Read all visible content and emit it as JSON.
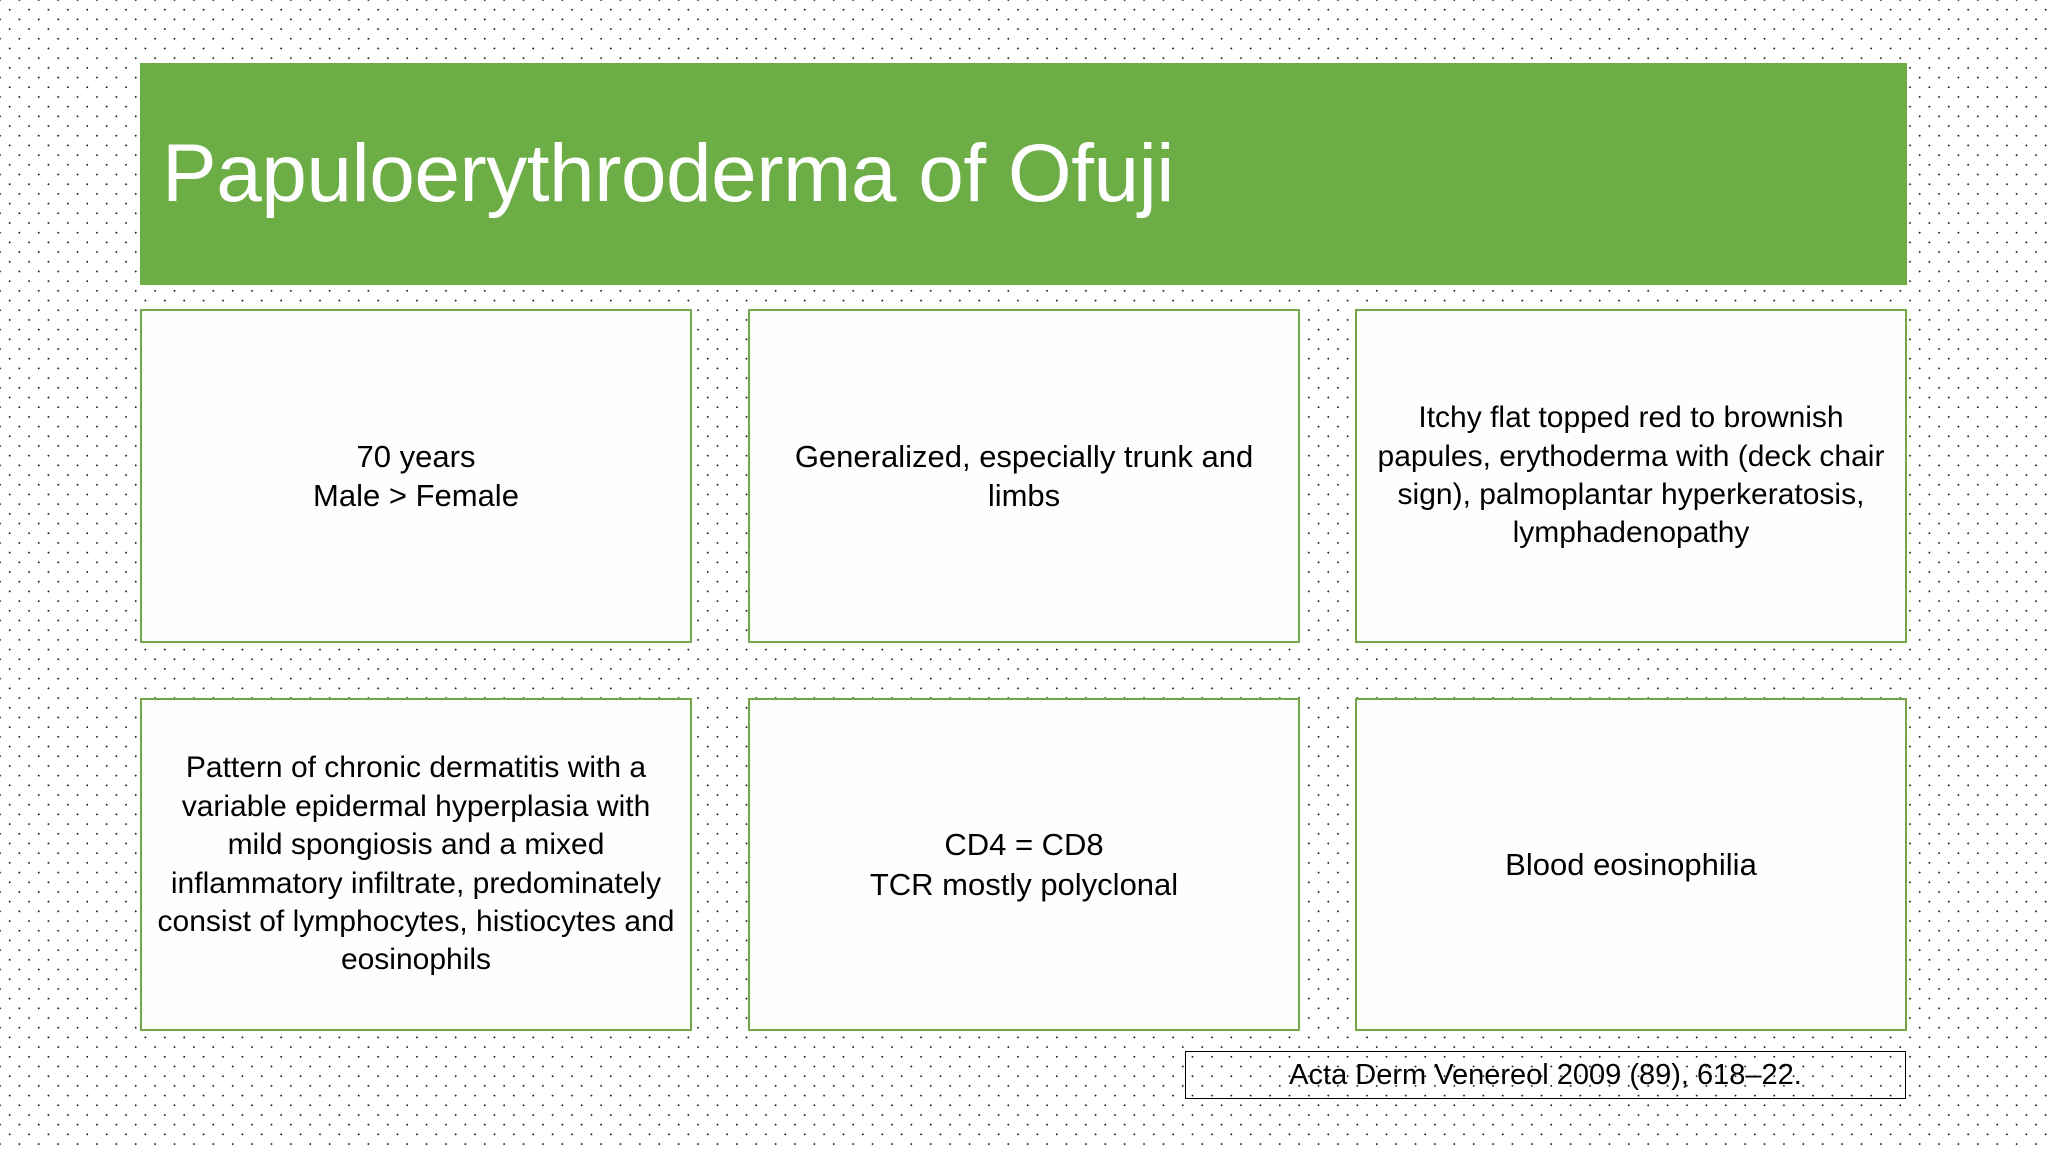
{
  "slide": {
    "title": "Papuloerythroderma of Ofuji",
    "accent_color": "#6DAD46",
    "box_border_color": "#76A646",
    "title_text_color": "#FFFFFF",
    "body_text_color": "#000000",
    "background": "white with black dotted pattern"
  },
  "boxes": [
    {
      "name": "age-sex-box",
      "lines": [
        "70 years",
        "Male > Female"
      ],
      "text": "70 years\nMale > Female"
    },
    {
      "name": "distribution-box",
      "lines": [
        "Generalized, especially trunk",
        "and limbs"
      ],
      "text": "Generalized, especially trunk and limbs"
    },
    {
      "name": "clinical-features-box",
      "lines": [
        "Itchy flat topped red to brownish",
        "papules, erythoderma with (deck",
        "chair sign), palmoplantar",
        "hyperkeratosis,",
        "lymphadenopathy"
      ],
      "text": "Itchy flat topped red to brownish papules, erythoderma with (deck chair sign), palmoplantar hyperkeratosis, lymphadenopathy"
    },
    {
      "name": "histopathology-box",
      "lines": [
        "Pattern of chronic dermatitis with",
        "a variable epidermal hyperplasia",
        "with mild spongiosis and a mixed",
        "inflammatory infiltrate,",
        "predominately consist of",
        "lymphocytes, histiocytes and",
        "eosinophils"
      ],
      "text": "Pattern of chronic dermatitis with a variable epidermal hyperplasia with mild spongiosis and a mixed inflammatory infiltrate, predominately consist of lymphocytes, histiocytes and eosinophils"
    },
    {
      "name": "immunophenotype-box",
      "lines": [
        "CD4 = CD8",
        "TCR mostly polyclonal"
      ],
      "text": "CD4 = CD8\nTCR mostly polyclonal"
    },
    {
      "name": "laboratory-box",
      "lines": [
        "Blood eosinophilia"
      ],
      "text": "Blood eosinophilia"
    }
  ],
  "citation": {
    "text": "Acta Derm Venereol 2009 (89), 618–22."
  }
}
